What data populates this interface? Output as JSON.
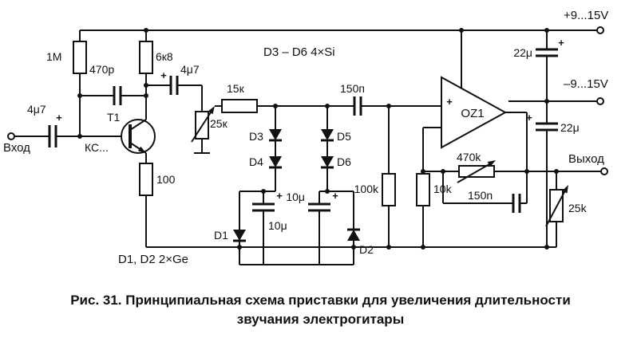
{
  "power": {
    "vplus": "+9...15V",
    "vminus": "–9...15V"
  },
  "io": {
    "input": "Вход",
    "output": "Выход"
  },
  "notes": {
    "d3d6": "D3 – D6 4×Si",
    "d1d2": "D1, D2 2×Ge"
  },
  "components": {
    "r_1m": "1M",
    "c_470p": "470p",
    "r_6k8": "6к8",
    "c_4u7_in": "4μ7",
    "c_4u7": "4μ7",
    "t1": "Т1",
    "t1_type": "КС...",
    "r_100": "100",
    "pot_25k_in": "25к",
    "r_15k": "15к",
    "c_150p": "150п",
    "d3": "D3",
    "d4": "D4",
    "d5": "D5",
    "d6": "D6",
    "c_10u_1": "10μ",
    "c_10u_2": "10μ",
    "d1": "D1",
    "d2": "D2",
    "opamp": "OZ1",
    "r_100k": "100k",
    "r_10k": "10k",
    "pot_470k": "470k",
    "c_150n": "150n",
    "pot_25k_out": "25k",
    "c_22u_top": "22μ",
    "c_22u_bot": "22μ",
    "plus": "+"
  },
  "caption": {
    "line1": "Рис. 31. Принципиальная схема приставки для увеличения длительности",
    "line2": "звучания электрогитары"
  }
}
